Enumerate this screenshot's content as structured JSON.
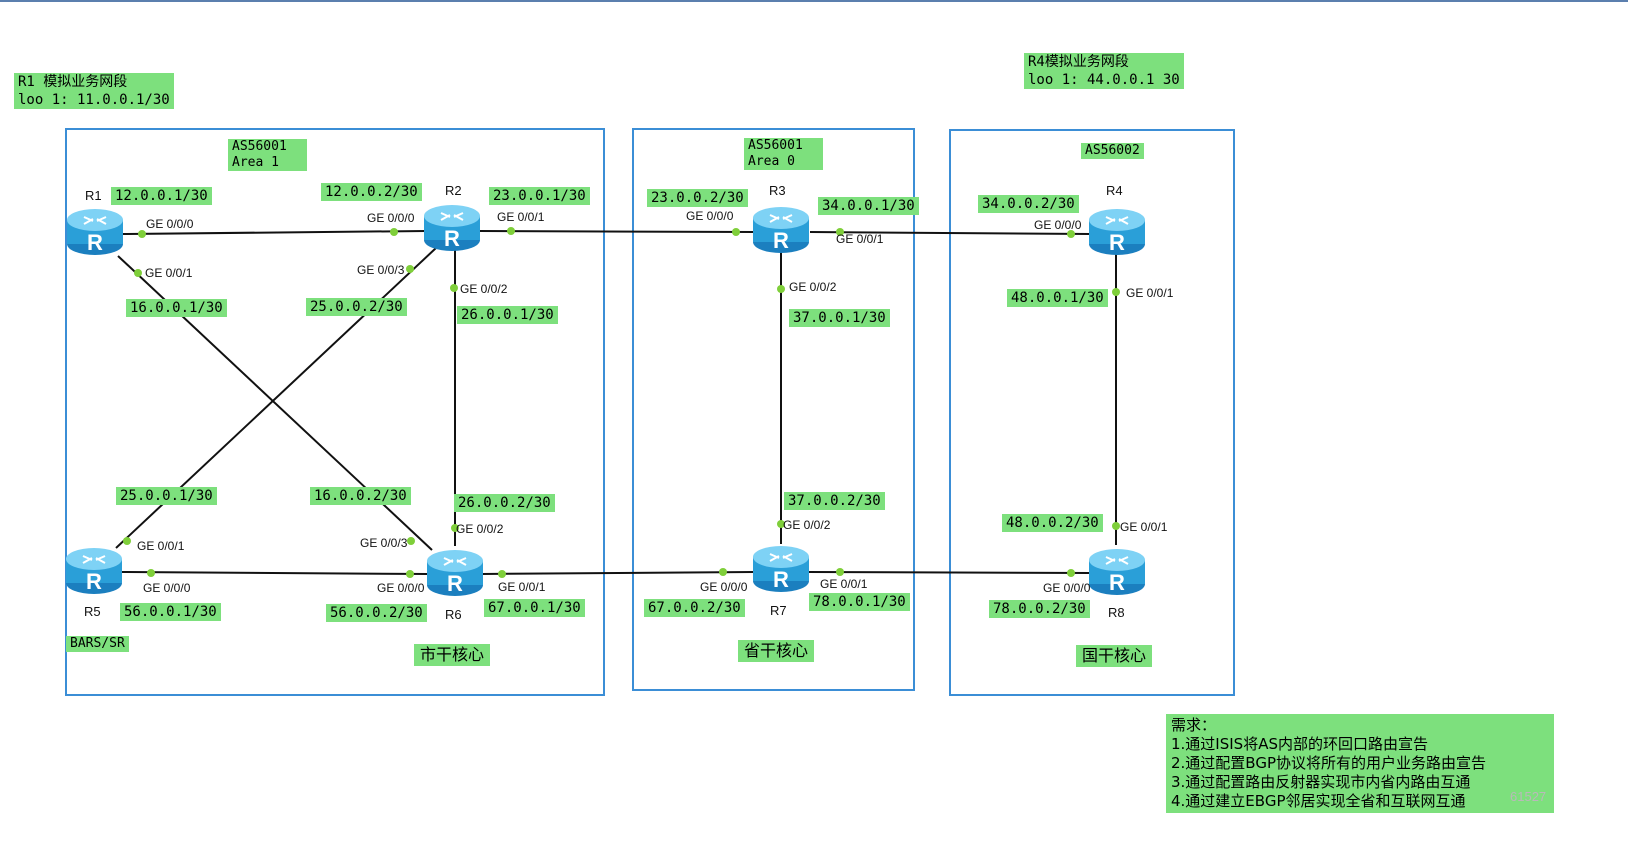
{
  "top_notes": {
    "r1": {
      "line1": "R1 模拟业务网段",
      "line2": "loo 1: 11.0.0.1/30"
    },
    "r4": {
      "line1": "R4模拟业务网段",
      "line2": "loo 1: 44.0.0.1 30"
    }
  },
  "areas": {
    "city": {
      "as_label": "AS56001",
      "area_label": "Area 1",
      "title": "市干核心"
    },
    "province": {
      "as_label": "AS56001",
      "area_label": "Area 0",
      "title": "省干核心"
    },
    "national": {
      "as_label": "AS56002",
      "title": "国干核心"
    }
  },
  "routers": {
    "r1": "R1",
    "r2": "R2",
    "r3": "R3",
    "r4": "R4",
    "r5": "R5",
    "r6": "R6",
    "r7": "R7",
    "r8": "R8"
  },
  "router_icon_letter": "R",
  "ip_labels": {
    "r1_g000": "12.0.0.1/30",
    "r2_g000": "12.0.0.2/30",
    "r2_g001": "23.0.0.1/30",
    "r3_g000": "23.0.0.2/30",
    "r3_g001": "34.0.0.1/30",
    "r4_g000": "34.0.0.2/30",
    "r1_g001": "16.0.0.1/30",
    "r2_g003": "25.0.0.2/30",
    "r2_g002": "26.0.0.1/30",
    "r3_g002": "37.0.0.1/30",
    "r4_g001": "48.0.0.1/30",
    "r5_g001": "25.0.0.1/30",
    "r6_g003": "16.0.0.2/30",
    "r6_g002": "26.0.0.2/30",
    "r7_g002": "37.0.0.2/30",
    "r8_g001": "48.0.0.2/30",
    "r5_g000": "56.0.0.1/30",
    "r6_g000": "56.0.0.2/30",
    "r6_g001": "67.0.0.1/30",
    "r7_g000": "67.0.0.2/30",
    "r7_g001": "78.0.0.1/30",
    "r8_g000": "78.0.0.2/30"
  },
  "ports": {
    "r1_p0": "GE 0/0/0",
    "r1_p1": "GE 0/0/1",
    "r2_p0": "GE 0/0/0",
    "r2_p1": "GE 0/0/1",
    "r2_p2": "GE 0/0/2",
    "r2_p3": "GE 0/0/3",
    "r3_p0": "GE 0/0/0",
    "r3_p1": "GE 0/0/1",
    "r3_p2": "GE 0/0/2",
    "r4_p0": "GE 0/0/0",
    "r4_p1": "GE 0/0/1",
    "r5_p0": "GE 0/0/0",
    "r5_p1": "GE 0/0/1",
    "r6_p0": "GE 0/0/0",
    "r6_p1": "GE 0/0/1",
    "r6_p2": "GE 0/0/2",
    "r6_p3": "GE 0/0/3",
    "r7_p0": "GE 0/0/0",
    "r7_p1": "GE 0/0/1",
    "r7_p2": "GE 0/0/2",
    "r8_p0": "GE 0/0/0",
    "r8_p1": "GE 0/0/1"
  },
  "bars_label": "BARS/SR",
  "requirements": {
    "title": "需求：",
    "items": [
      "1.通过ISIS将AS内部的环回口路由宣告",
      "2.通过配置BGP协议将所有的用户业务路由宣告",
      "3.通过配置路由反射器实现市内省内路由互通",
      "4.通过建立EBGP邻居实现全省和互联网互通"
    ]
  },
  "watermark": "61527",
  "colors": {
    "label_bg": "#7de07d",
    "box_border": "#3b8ed6",
    "router_body": "#2a9fd8",
    "port_dot": "#7fcf3a"
  }
}
